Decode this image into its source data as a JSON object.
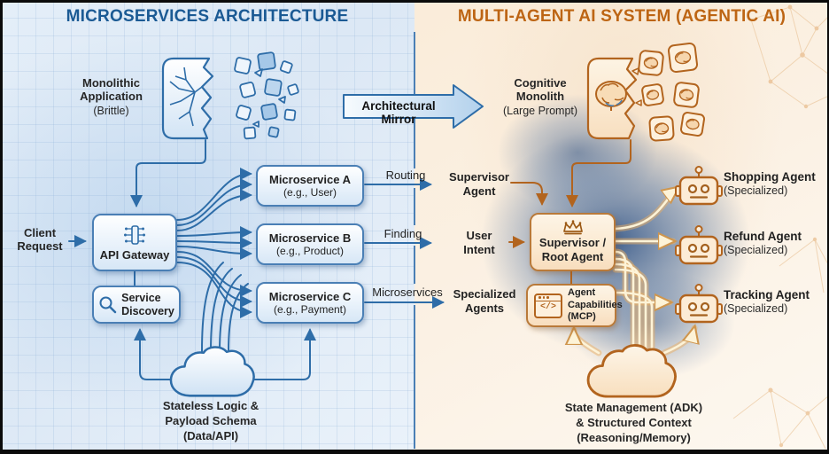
{
  "left": {
    "title": "MICROSERVICES ARCHITECTURE",
    "monolith_label": "Monolithic\nApplication",
    "monolith_sub": "(Brittle)",
    "client_request": "Client\nRequest",
    "api_gateway_label": "API Gateway",
    "service_discovery_label": "Service\nDiscovery",
    "microservices": [
      {
        "name": "Microservice A",
        "example": "(e.g., User)"
      },
      {
        "name": "Microservice B",
        "example": "(e.g., Product)"
      },
      {
        "name": "Microservice C",
        "example": "(e.g., Payment)"
      }
    ],
    "cloud_label": "Stateless Logic &\nPayload Schema\n(Data/API)"
  },
  "center": {
    "mirror_label": "Architectural Mirror",
    "rows": [
      {
        "left_label": "Routing",
        "right_label": "Supervisor\nAgent"
      },
      {
        "left_label": "Finding",
        "right_label": "User\nIntent"
      },
      {
        "left_label": "Microservices",
        "right_label": "Specialized\nAgents"
      }
    ]
  },
  "right": {
    "title": "MULTI-AGENT AI SYSTEM (AGENTIC AI)",
    "monolith_label": "Cognitive\nMonolith",
    "monolith_sub": "(Large Prompt)",
    "supervisor_label": "Supervisor /\nRoot Agent",
    "capabilities_label": "Agent\nCapabilities\n(MCP)",
    "code_glyph": "</>",
    "agents": [
      {
        "name": "Shopping Agent",
        "sub": "(Specialized)"
      },
      {
        "name": "Refund Agent",
        "sub": "(Specialized)"
      },
      {
        "name": "Tracking Agent",
        "sub": "(Specialized)"
      }
    ],
    "cloud_label": "State Management (ADK)\n& Structured Context\n(Reasoning/Memory)"
  },
  "colors": {
    "left_accent": "#1b5a94",
    "right_accent": "#bd6514",
    "blue_line": "#2e6da8",
    "orange_line": "#b2641e",
    "cream_line": "#fdf3d7"
  },
  "icons": [
    "shattered-app-icon",
    "brain-icon",
    "api-gateway-chip-icon",
    "magnifier-icon",
    "crown-icon",
    "code-window-icon",
    "robot-icon",
    "cloud-icon",
    "block-arrow-icon"
  ]
}
